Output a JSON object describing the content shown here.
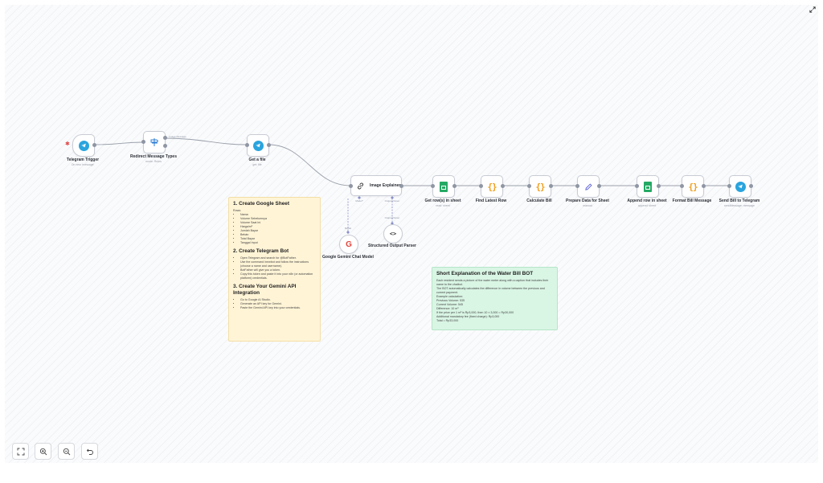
{
  "nodes": {
    "telegram_trigger": {
      "label": "Telegram Trigger",
      "sub": "On new 'message'"
    },
    "redirect": {
      "label": "Redirect Message Types",
      "sub": "mode: Rules"
    },
    "get_file": {
      "label": "Get a file",
      "sub": "get: file"
    },
    "image_explainer": {
      "label": "Image Explainer"
    },
    "get_rows": {
      "label": "Get row(s) in sheet",
      "sub": "read: sheet"
    },
    "find_latest": {
      "label": "Find Latest Row"
    },
    "calculate_bill": {
      "label": "Calculate Bill"
    },
    "prepare_data": {
      "label": "Prepare Data for Sheet",
      "sub": "manual"
    },
    "append_row": {
      "label": "Append row in sheet",
      "sub": "append: sheet"
    },
    "format_bill": {
      "label": "Format Bill Message"
    },
    "send_bill": {
      "label": "Send Bill to Telegram",
      "sub": "sendMessage: message"
    },
    "gemini": {
      "label": "Google Gemini Chat Model"
    },
    "parser": {
      "label": "Structured Output Parser"
    }
  },
  "edge_labels": {
    "image_message": "Image Message",
    "model": "Model*",
    "output_parser": "Output Parser",
    "chat_model_tag": "Model",
    "parser_tag": "Output Parser"
  },
  "note_setup": {
    "h1": "1. Create Google Sheet",
    "rows_label": "Rows:",
    "rows": [
      "Nama",
      "Volume Sebelumnya",
      "Volume Saat Ini",
      "Harga/m³",
      "Jumlah Bayar",
      "Bebán",
      "Total Bayar",
      "Tanggal Input"
    ],
    "h2": "2. Create Telegram Bot",
    "bot_steps": [
      "Open Telegram and search for @BotFather.",
      "Use the command /newbot and follow the instructions (choose a name and username).",
      "BotFather will give you a token.",
      "Copy this token and paste it into your n8n (or automation platform) credentials."
    ],
    "h3": "3. Create Your Gemini API Integration",
    "gemini_steps": [
      "Go to Google AI Studio.",
      "Generate an API key for Gemini.",
      "Paste the Gemini API key into your credentials."
    ]
  },
  "note_explain": {
    "title": "Short Explanation of the Water Bill BOT",
    "lines": [
      "Each resident sends a picture of the water meter along with a caption that includes their name to the chatbot.",
      "The BOT automatically calculates the difference in volume between the previous and current payment.",
      "Example calculation:",
      "Previous Volume: 535",
      "Current Volume: 545",
      "Difference: 10 m³",
      "If the price per 1 m³ is Rp3,000, then 10 × 3,000 = Rp30,000",
      "Additional mandatory fee (fixed charge): Rp3,000",
      "Total = Rp33,000"
    ]
  },
  "controls": {
    "fit": "fit-view",
    "zoom_in": "zoom-in",
    "zoom_out": "zoom-out",
    "reset": "reset-zoom"
  },
  "colors": {
    "note_yellow": "#fff4d6",
    "note_green": "#d9f5e4",
    "telegram": "#2aa4dd",
    "sheets": "#24a964",
    "code": "#f0a020",
    "edit": "#5b5fd6"
  }
}
